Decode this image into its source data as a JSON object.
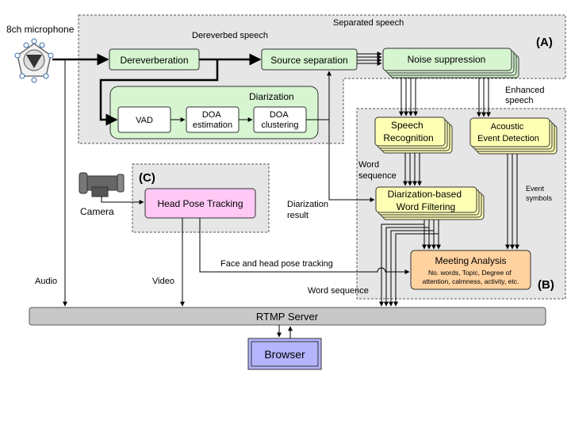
{
  "microphone": {
    "label": "8ch microphone"
  },
  "regions": {
    "a": {
      "tag": "(A)",
      "caption": "Separated speech"
    },
    "b": {
      "tag": "(B)"
    },
    "c": {
      "tag": "(C)"
    }
  },
  "blocks": {
    "dereverberation": "Dereverberation",
    "source_separation": "Source separation",
    "noise_suppression": "Noise suppression",
    "diarization": "Diarization",
    "vad": "VAD",
    "doa_estimation": [
      "DOA",
      "estimation"
    ],
    "doa_clustering": [
      "DOA",
      "clustering"
    ],
    "speech_recognition": [
      "Speech",
      "Recognition"
    ],
    "acoustic_event_detection": [
      "Acoustic",
      "Event Detection"
    ],
    "word_filtering": [
      "Diarization-based",
      "Word Filtering"
    ],
    "meeting_analysis": {
      "title": "Meeting Analysis",
      "detail": [
        "No. words, Topic, Degree of",
        "attention, calmness, activity, etc."
      ]
    },
    "head_pose_tracking": "Head Pose Tracking",
    "rtmp_server": "RTMP Server",
    "browser": "Browser"
  },
  "labels": {
    "dereverbed_speech": "Dereverbed speech",
    "enhanced_speech": [
      "Enhanced",
      "speech"
    ],
    "word_sequence_upper": [
      "Word",
      "sequence"
    ],
    "event_symbols": [
      "Event",
      "symbols"
    ],
    "diarization_result": [
      "Diarization",
      "result"
    ],
    "camera": "Camera",
    "face_head_pose": "Face and head pose tracking",
    "audio": "Audio",
    "video": "Video",
    "word_sequence_lower": "Word sequence"
  },
  "colors": {
    "green_block": "#d6f5d0",
    "yellow_block": "#ffffb4",
    "pink_block": "#ffc8f5",
    "orange_block": "#ffd2a0",
    "browser_block": "#b4b4ff",
    "server_bar": "#c8c8c8",
    "region_fill": "#e6e6e6"
  }
}
